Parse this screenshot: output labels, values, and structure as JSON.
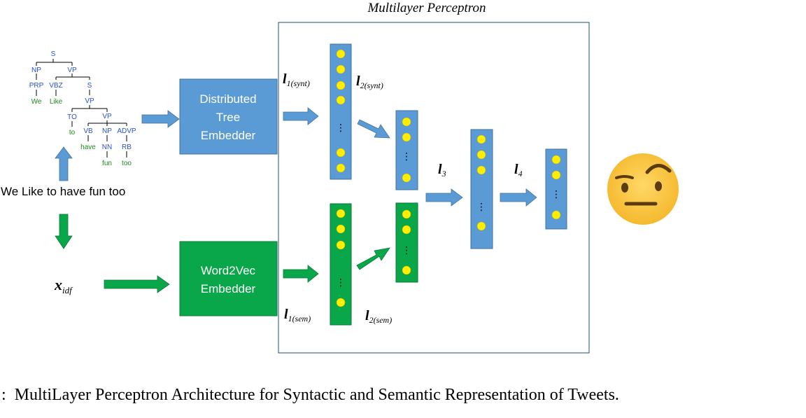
{
  "mlp_title": "Multilayer Perceptron",
  "parse_tree": {
    "nodes": {
      "s1": "S",
      "np": "NP",
      "vp1": "VP",
      "prp": "PRP",
      "we": "We",
      "vbz": "VBZ",
      "like": "Like",
      "s2": "S",
      "vp2": "VP",
      "to_tag": "TO",
      "to_word": "to",
      "vp3": "VP",
      "vb": "VB",
      "have": "have",
      "np2": "NP",
      "nn": "NN",
      "fun": "fun",
      "advp": "ADVP",
      "rb": "RB",
      "too": "too"
    }
  },
  "sentence": "We Like to have fun too",
  "xidf": {
    "main": "x",
    "sub": "idf"
  },
  "dte_box": {
    "lines": [
      "Distributed",
      "Tree",
      "Embedder"
    ],
    "color": "#5b9bd5"
  },
  "w2v_box": {
    "lines": [
      "Word2Vec",
      "Embedder"
    ],
    "color": "#0aa64a"
  },
  "layers": {
    "l1_synt": {
      "main": "l",
      "sub": "1(synt)"
    },
    "l2_synt": {
      "main": "l",
      "sub": "2(synt)"
    },
    "l1_sem": {
      "main": "l",
      "sub": "1(sem)"
    },
    "l2_sem": {
      "main": "l",
      "sub": "2(sem)"
    },
    "l3": {
      "main": "l",
      "sub": "3"
    },
    "l4": {
      "main": "l",
      "sub": "4"
    }
  },
  "vdots": "⋮",
  "output_icon": "raised-eyebrow-emoji-icon",
  "caption": ":  MultiLayer Perceptron Architecture for Syntactic and Semantic Representation of Tweets.",
  "colors": {
    "blue": "#5b9bd5",
    "green": "#0aa64a",
    "neuron": "#ffee00",
    "tree_nonterminal": "#2a4fd6",
    "tree_terminal": "#1f8a1f"
  }
}
